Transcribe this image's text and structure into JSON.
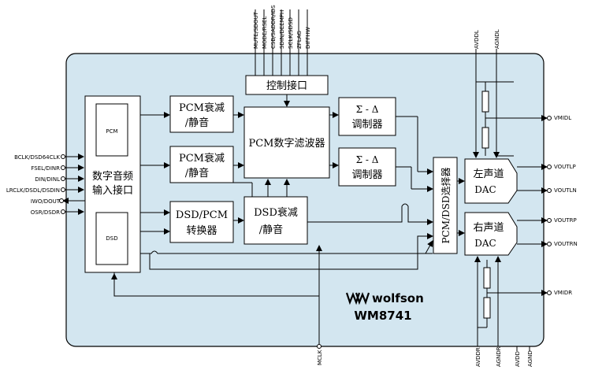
{
  "control_pins": [
    "MUTE/SDOUT",
    "MODE/RSEL",
    "CSB/SADDR/IDS",
    "SDIN/DEEMPH",
    "SCLK/SDSD",
    "ZFLAG",
    "DIFFHW"
  ],
  "supply_top": [
    "AVDDL",
    "AGNDL"
  ],
  "supply_bottom": [
    "AVDDR",
    "AGNDR",
    "AVDD",
    "AGND"
  ],
  "left_pins": [
    "BCLK/DSD64CLK",
    "FSEL/DINR",
    "DIN/DINL",
    "LRCLK/DSDL/DSDIN",
    "IWO/DOUT",
    "OSR/DSDR"
  ],
  "right_pins": [
    "VMIDL",
    "VOUTLP",
    "VOUTLN",
    "VOUTRP",
    "VOUTRN",
    "VMIDR"
  ],
  "mclk": "MCLK",
  "blocks": {
    "control": "控制接口",
    "interface_line1": "数字音频",
    "interface_line2": "输入接口",
    "pcm_box": "PCM",
    "dsd_box": "DSD",
    "pcm_atten_1a": "PCM衰减",
    "pcm_atten_1b": "/静音",
    "pcm_atten_2a": "PCM衰减",
    "pcm_atten_2b": "/静音",
    "filter": "PCM数字滤波器",
    "dsdpcm_a": "DSD/PCM",
    "dsdpcm_b": "转换器",
    "dsd_atten_a": "DSD衰减",
    "dsd_atten_b": "/静音",
    "mod1_a": "Σ - Δ",
    "mod1_b": "调制器",
    "mod2_a": "Σ - Δ",
    "mod2_b": "调制器",
    "selector": "PCM/DSD选择器",
    "dac_left_a": "左声道",
    "dac_left_b": "DAC",
    "dac_right_a": "右声道",
    "dac_right_b": "DAC"
  },
  "logo": "wolfson",
  "part_number": "WM8741",
  "colors": {
    "chip_fill": "#d3e6f0",
    "line": "#000000"
  }
}
